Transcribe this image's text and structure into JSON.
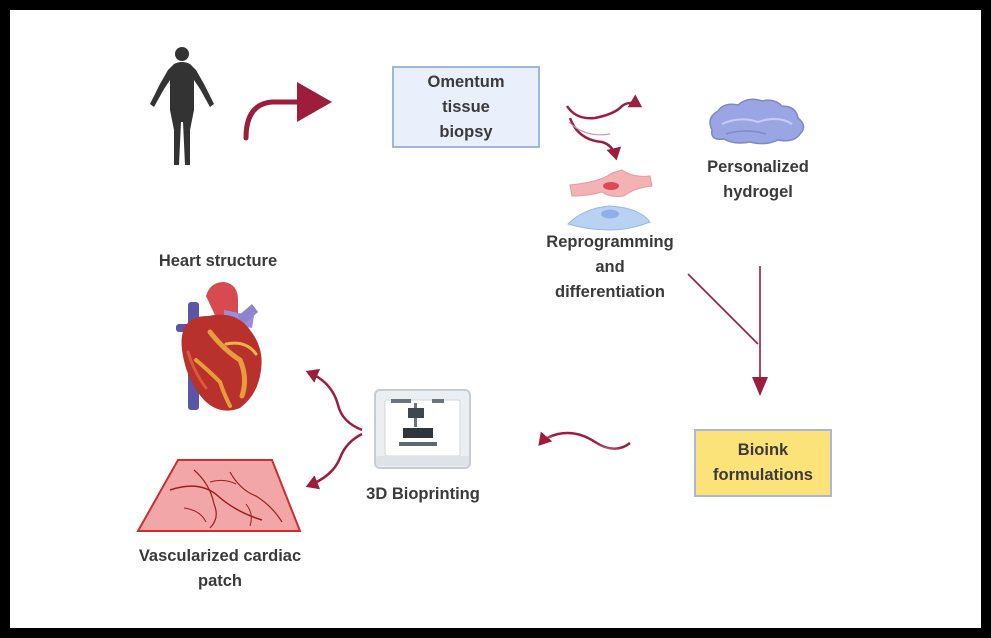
{
  "labels": {
    "omentum_box": [
      "Omentum",
      "tissue",
      "biopsy"
    ],
    "personalized_hydrogel": [
      "Personalized",
      "hydrogel"
    ],
    "reprogramming": [
      "Reprogramming",
      "and",
      "differentiation"
    ],
    "heart_structure": [
      "Heart structure"
    ],
    "bioink_box": [
      "Bioink",
      "formulations"
    ],
    "bioprinting": [
      "3D Bioprinting"
    ],
    "cardiac_patch": [
      "Vascularized cardiac",
      "patch"
    ]
  },
  "icons": {
    "human": "human-figure-icon",
    "hydrogel": "hydrogel-blob-icon",
    "cells": "cells-icon",
    "heart": "heart-icon",
    "printer": "bioprinter-icon",
    "patch": "cardiac-patch-icon"
  },
  "colors": {
    "arrow": "#9c1d3c",
    "omentum_box_fill": "#eaf0fb",
    "omentum_box_border": "#9db6e3",
    "bioink_box_fill": "#fbe37a",
    "text": "#3a3a3a"
  }
}
